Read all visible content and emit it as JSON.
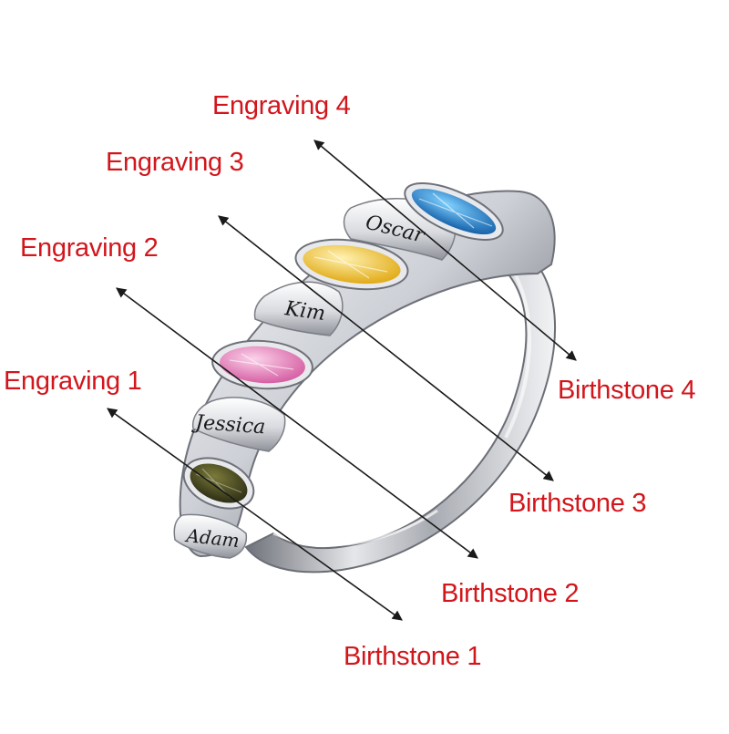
{
  "callouts": {
    "engraving_4": "Engraving 4",
    "engraving_3": "Engraving 3",
    "engraving_2": "Engraving 2",
    "engraving_1": "Engraving 1",
    "birthstone_4": "Birthstone 4",
    "birthstone_3": "Birthstone 3",
    "birthstone_2": "Birthstone 2",
    "birthstone_1": "Birthstone 1"
  },
  "engravings": {
    "name_1": "Adam",
    "name_2": "Jessica",
    "name_3": "Kim",
    "name_4": "Oscar"
  },
  "stones": {
    "stone_1_color": "#3b3b1e",
    "stone_2_color": "#e77bb7",
    "stone_3_color": "#f3c636",
    "stone_4_color": "#1e7ec6"
  },
  "colors": {
    "label": "#d2161c",
    "arrow": "#1a1a1a",
    "metal": "#c9ccd2"
  }
}
